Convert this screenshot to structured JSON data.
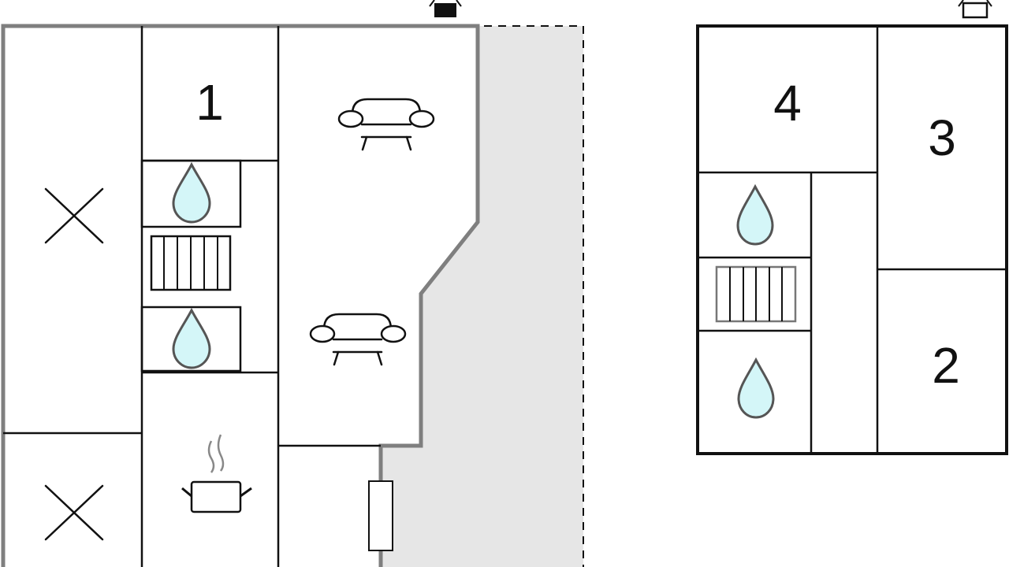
{
  "floor_plan": {
    "colors": {
      "terrace_fill": "#e6e6e6",
      "exterior_wall": "#7f7f7f",
      "interior_wall": "#111111",
      "water_drop": "#d4f6f8"
    },
    "ground_floor": {
      "room_labels": [
        "1"
      ],
      "icons": [
        "sofa-icon",
        "sofa-icon",
        "water-drop-icon",
        "water-drop-icon",
        "radiator-icon",
        "cooking-pot-icon",
        "bed-cross-icon",
        "bed-cross-icon",
        "door-icon",
        "compass-marker-icon"
      ]
    },
    "upper_floor": {
      "room_labels": [
        "4",
        "3",
        "2"
      ],
      "icons": [
        "water-drop-icon",
        "water-drop-icon",
        "radiator-icon",
        "compass-marker-icon"
      ]
    }
  }
}
